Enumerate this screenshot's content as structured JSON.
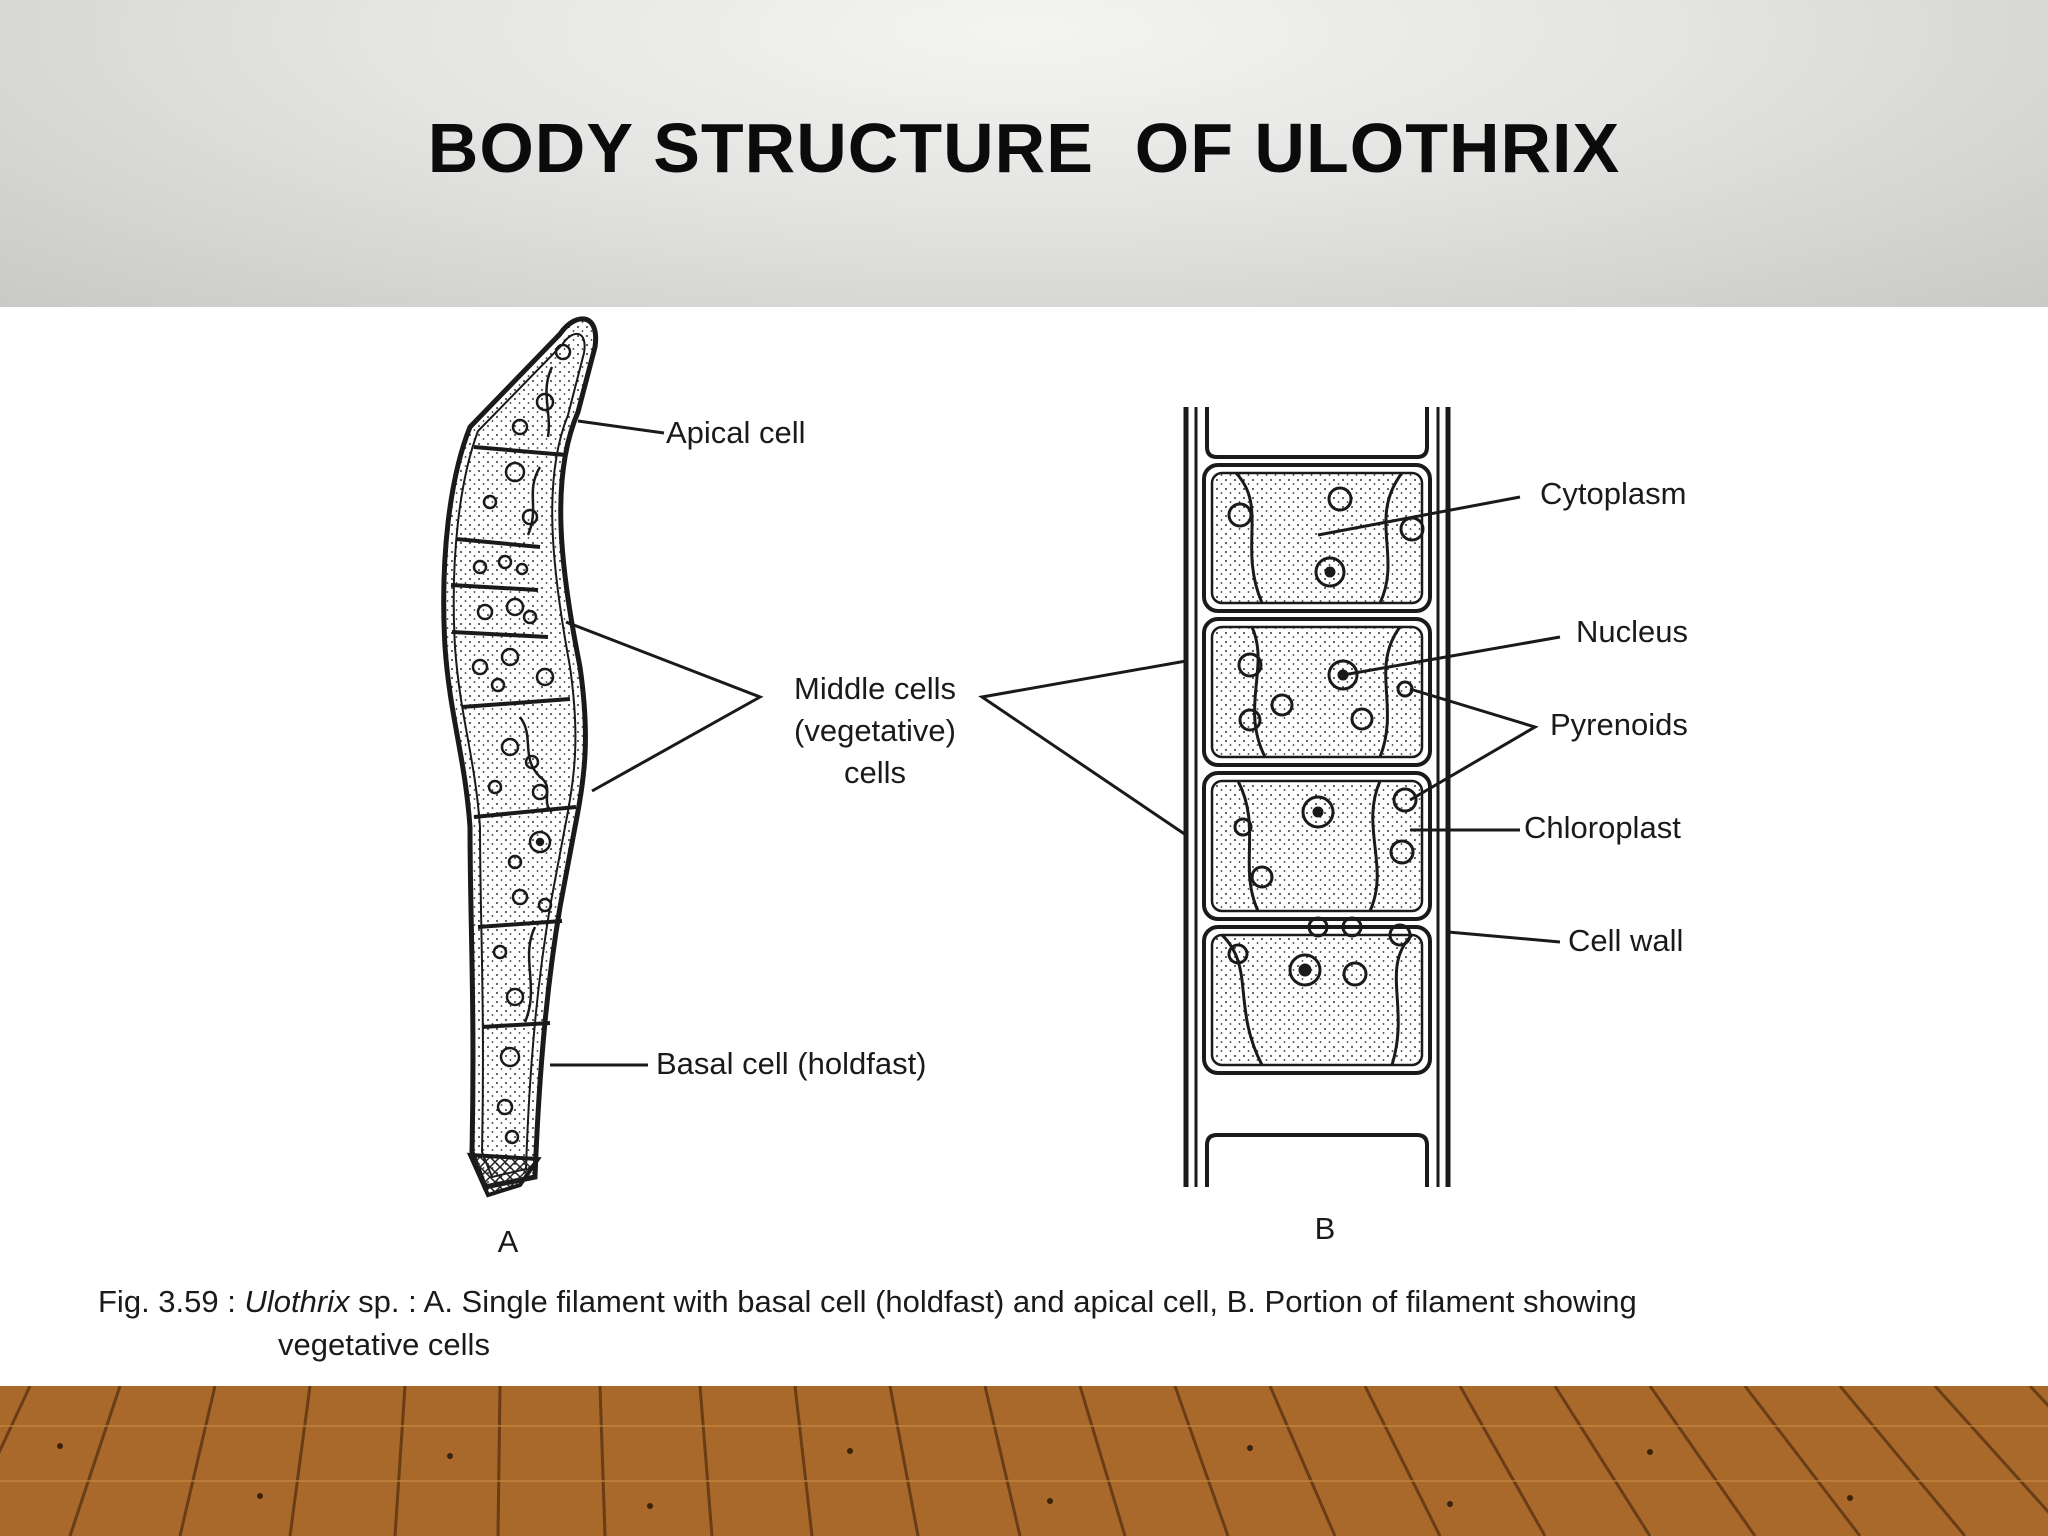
{
  "slide": {
    "title": "BODY STRUCTURE  OF ULOTHRIX"
  },
  "figure": {
    "panel_a": {
      "letter": "A",
      "labels": {
        "apical": "Apical cell",
        "middle_1": "Middle cells",
        "middle_2": "(vegetative)",
        "middle_3": "cells",
        "basal": "Basal cell (holdfast)"
      }
    },
    "panel_b": {
      "letter": "B",
      "labels": {
        "cytoplasm": "Cytoplasm",
        "nucleus": "Nucleus",
        "pyrenoids": "Pyrenoids",
        "chloroplast": "Chloroplast",
        "cell_wall": "Cell wall"
      }
    },
    "caption": {
      "prefix": "Fig. 3.59 : ",
      "genus": "Ulothrix",
      "line1_rest": " sp. : A. Single filament with basal cell (holdfast) and apical cell, B. Portion of filament showing",
      "line2": "vegetative cells"
    }
  },
  "colors": {
    "header_bg": "#dcdcda",
    "floor": "#a9692b",
    "ink": "#1a1a1a"
  }
}
